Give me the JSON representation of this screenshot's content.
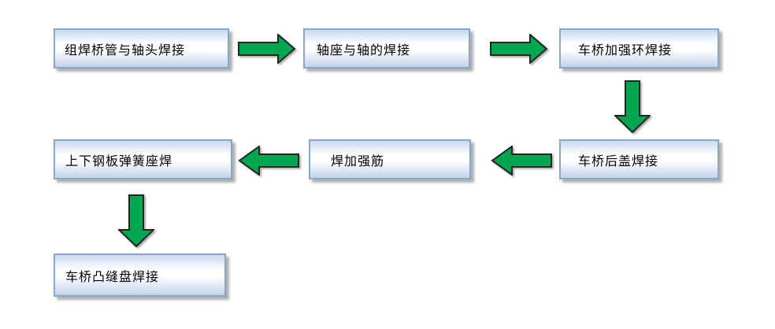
{
  "diagram_title": "axle welding process flowchart",
  "styles": {
    "background": "#ffffff",
    "box_border": "#89a7cb",
    "box_fill_top": "#c9d9ef",
    "box_fill_mid": "#ffffff",
    "box_fill_bottom": "#c3d3ea",
    "arrow_fill": "#00a650",
    "arrow_stroke": "#242424",
    "text_color": "#000000"
  },
  "nodes": [
    {
      "id": "step-1",
      "label": "组焊桥管与轴头焊接"
    },
    {
      "id": "step-2",
      "label": "轴座与轴的焊接"
    },
    {
      "id": "step-3",
      "label": "车桥加强环焊接"
    },
    {
      "id": "step-4",
      "label": "车桥后盖焊接"
    },
    {
      "id": "step-5",
      "label": "焊加强筋"
    },
    {
      "id": "step-6",
      "label": "上下钢板弹簧座焊"
    },
    {
      "id": "step-7",
      "label": "车桥凸缝盘焊接"
    }
  ],
  "flow": [
    {
      "from": "step-1",
      "to": "step-2",
      "direction": "right"
    },
    {
      "from": "step-2",
      "to": "step-3",
      "direction": "right"
    },
    {
      "from": "step-3",
      "to": "step-4",
      "direction": "down"
    },
    {
      "from": "step-4",
      "to": "step-5",
      "direction": "left"
    },
    {
      "from": "step-5",
      "to": "step-6",
      "direction": "left"
    },
    {
      "from": "step-6",
      "to": "step-7",
      "direction": "down"
    }
  ]
}
